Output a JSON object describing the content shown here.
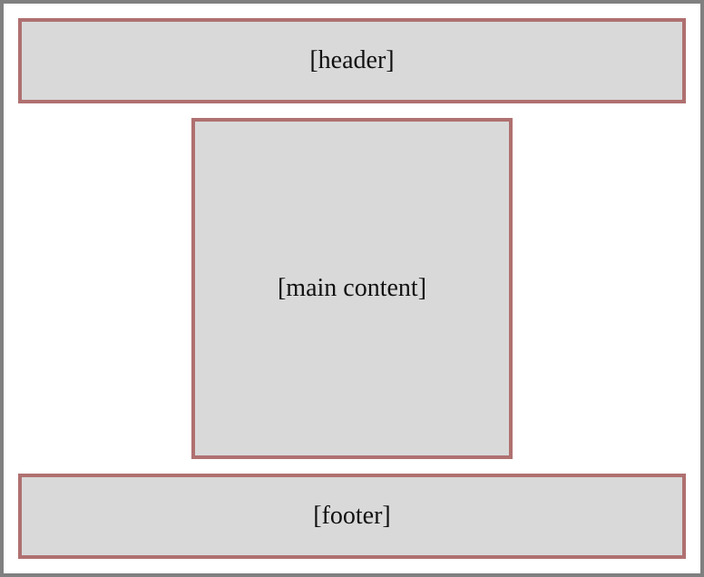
{
  "layout": {
    "header_label": "[header]",
    "main_label": "[main content]",
    "footer_label": "[footer]"
  },
  "colors": {
    "frame_border": "#808080",
    "box_border": "#b07070",
    "box_fill": "#d9d9d9",
    "background": "#ffffff"
  }
}
